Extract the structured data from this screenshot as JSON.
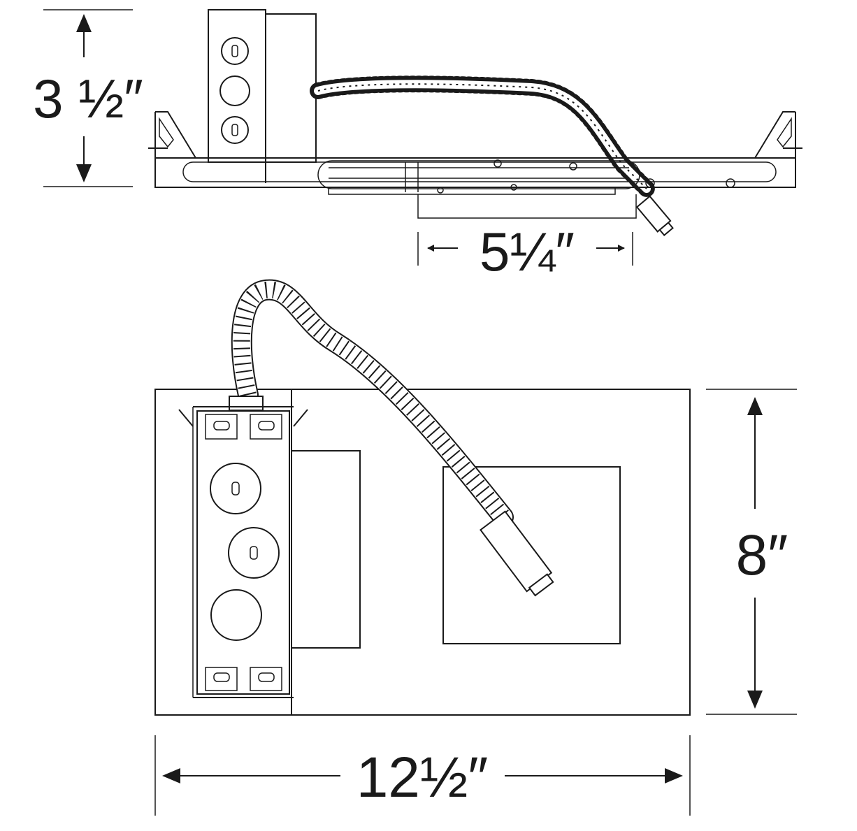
{
  "dimensions": {
    "height": "3 ½″",
    "depth": "5¼″",
    "width_top_view": "8″",
    "length": "12½″"
  },
  "colors": {
    "line": "#1a1a1a",
    "background": "#ffffff"
  }
}
